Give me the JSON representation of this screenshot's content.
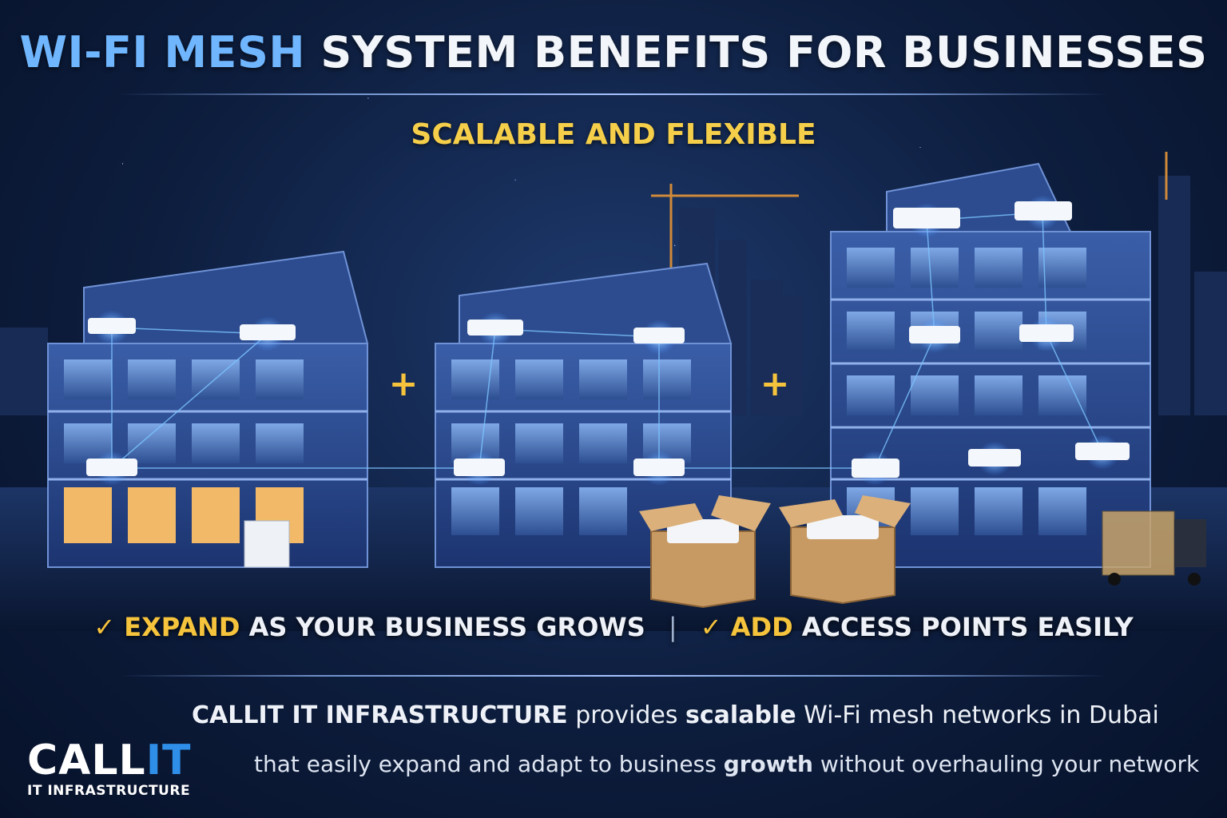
{
  "title": {
    "accent": "WI-FI MESH",
    "rest": "SYSTEM BENEFITS FOR BUSINESSES"
  },
  "subtitle": "SCALABLE AND FLEXIBLE",
  "plus": "+",
  "benefits": [
    {
      "check": "✓",
      "highlight": "EXPAND",
      "text": "AS YOUR BUSINESS GROWS"
    },
    {
      "check": "✓",
      "highlight": "ADD",
      "text": "ACCESS POINTS EASILY"
    }
  ],
  "separator": "|",
  "description": {
    "brand": "CALLIT IT INFRASTRUCTURE",
    "part1": "provides",
    "bold1": "scalable",
    "part2": "Wi-Fi mesh networks in Dubai",
    "line2a": "that easily expand and adapt to business",
    "line2b": "growth",
    "line2c": "without overhauling your network"
  },
  "logo": {
    "main_a": "CALL",
    "main_b": "IT",
    "sub": "IT INFRASTRUCTURE"
  },
  "colors": {
    "accent_blue": "#6fb6ff",
    "gold": "#f6cf4a",
    "background": "#0d1d3d"
  },
  "icons": [
    "check-icon",
    "plus-icon",
    "router-icon",
    "box-icon",
    "building-icon"
  ]
}
